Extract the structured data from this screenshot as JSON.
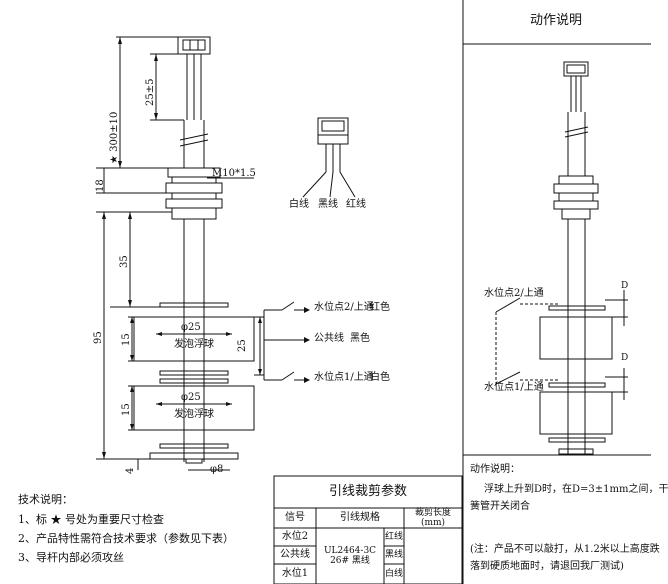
{
  "dimensions": {
    "d_300": "★ 300±10",
    "d_25": "25±5",
    "d_18": "18",
    "d_35": "35",
    "d_95": "95",
    "d_15a": "15",
    "d_15b": "15",
    "d_25b": "25",
    "d_4": "4",
    "d_m10": "M10*1.5",
    "d_phi25a": "φ25",
    "d_phi25b": "φ25",
    "d_phi8": "φ8",
    "d_D1": "D",
    "d_D2": "D"
  },
  "floats": {
    "upper": "发泡浮球",
    "lower": "发泡浮球"
  },
  "connector_wires": {
    "white": "白线",
    "black": "黑线",
    "red": "红线"
  },
  "circuit": {
    "line1": "水位点2/上通",
    "line1_color": "红色",
    "line2": "公共线",
    "line2_color": "黑色",
    "line3": "水位点1/上通",
    "line3_color": "白色"
  },
  "action": {
    "header": "动作说明",
    "point2": "水位点2/上通",
    "point1": "水位点1/上通",
    "desc_title": "动作说明：",
    "desc_line1": "浮球上升到D时，在D=3±1mm之间，干",
    "desc_line2": "簧管开关闭合",
    "note_line1": "(注：产品不可以敲打，从1.2米以上高度跌",
    "note_line2": "落到硬质地面时，请退回我厂测试)"
  },
  "tech": {
    "title": "技术说明：",
    "item1": "1、标 ★ 号处为重要尺寸检查",
    "item2": "2、产品特性需符合技术要求（参数见下表）",
    "item3": "3、导杆内部必须攻丝"
  },
  "table": {
    "title": "引线裁剪参数",
    "h_signal": "信号",
    "h_spec": "引线规格",
    "h_len": "裁剪长度(mm)",
    "r1_signal": "水位2",
    "r2_signal": "公共线",
    "r3_signal": "水位1",
    "spec_value": "UL2464-3C 26# 黑线",
    "r1_color": "红线",
    "r2_color": "黑线",
    "r3_color": "白线"
  }
}
